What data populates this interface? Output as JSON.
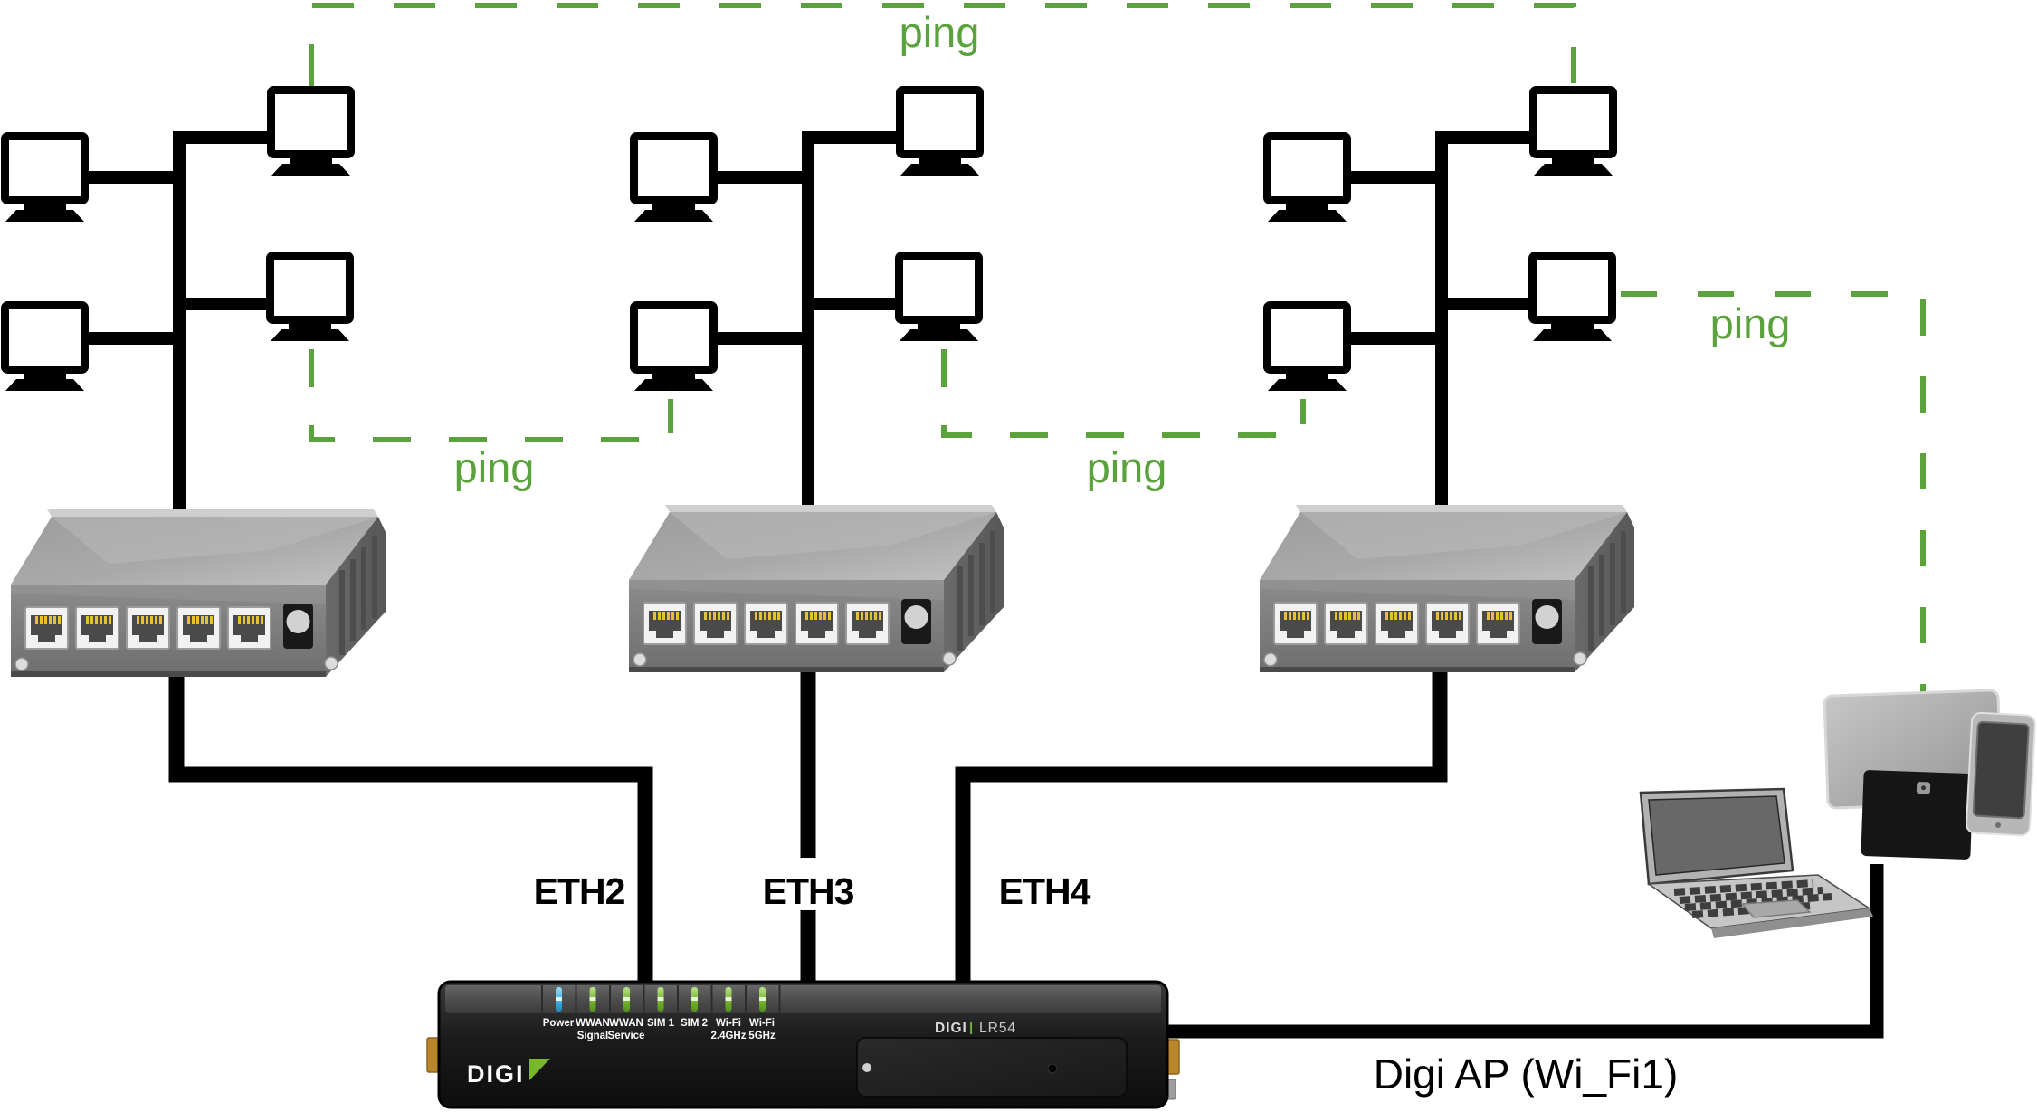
{
  "labels": {
    "ping": "ping",
    "eth2": "ETH2",
    "eth3": "ETH3",
    "eth4": "ETH4",
    "digi_ap": "Digi AP (Wi_Fi1)"
  },
  "router": {
    "logo_text": "DIGI",
    "brand": "DIGI",
    "separator": "|",
    "model": "LR54",
    "leds": [
      {
        "name": "power-led",
        "color": "blue",
        "line1": "Power",
        "line2": ""
      },
      {
        "name": "wwan-signal-led",
        "color": "green",
        "line1": "WWAN",
        "line2": "Signal"
      },
      {
        "name": "wwan-service-led",
        "color": "green",
        "line1": "WWAN",
        "line2": "Service"
      },
      {
        "name": "sim1-led",
        "color": "green",
        "line1": "SIM 1",
        "line2": ""
      },
      {
        "name": "sim2-led",
        "color": "green",
        "line1": "SIM 2",
        "line2": ""
      },
      {
        "name": "wifi-24ghz-led",
        "color": "green",
        "line1": "Wi-Fi",
        "line2": "2.4GHz"
      },
      {
        "name": "wifi-5ghz-led",
        "color": "green",
        "line1": "Wi-Fi",
        "line2": "5GHz"
      }
    ]
  },
  "colors": {
    "ping_green": "#5aa33c",
    "cable_black": "#000000",
    "led_blue": "#41b6e6",
    "led_green": "#7cc142",
    "switch_gray": "#7b7b7b",
    "router_black": "#141414",
    "port_pin_yellow": "#e6c32e",
    "antenna_gold": "#b8862b"
  },
  "structure": {
    "lan_segments": [
      {
        "switch": "switch-1",
        "uplink": "ETH2",
        "computers": 4
      },
      {
        "switch": "switch-2",
        "uplink": "ETH3",
        "computers": 4
      },
      {
        "switch": "switch-3",
        "uplink": "ETH4",
        "computers": 4
      }
    ],
    "wifi_devices": [
      "laptop",
      "tablet-gray",
      "tablet-black",
      "smartphone"
    ],
    "ping_links": [
      {
        "from": "lan1-computer-top-right",
        "to": "lan3-computer-top-right"
      },
      {
        "from": "lan1-computer-bottom-right",
        "to": "lan2-computer-bottom-left"
      },
      {
        "from": "lan2-computer-bottom-right",
        "to": "lan3-computer-bottom-left"
      },
      {
        "from": "lan3-computer-bottom-right",
        "to": "wifi-devices"
      }
    ]
  }
}
